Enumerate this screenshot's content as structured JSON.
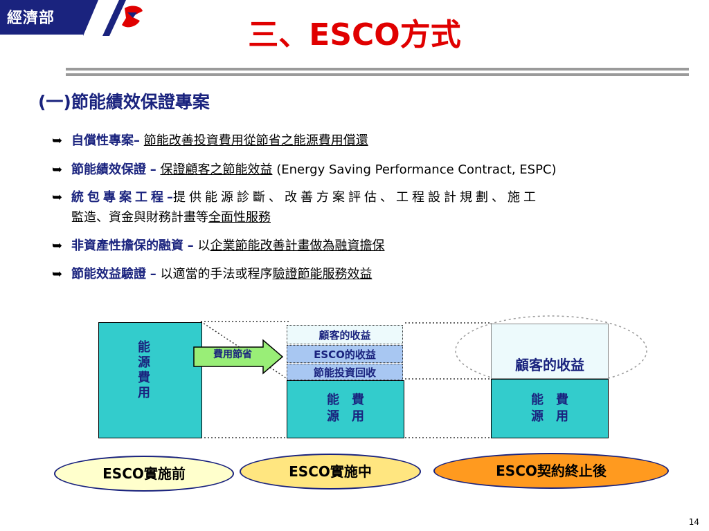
{
  "header": {
    "logo_text": "經濟部",
    "title": "三、ESCO方式"
  },
  "section": {
    "subtitle": "(一)節能績效保證專案"
  },
  "bullets": [
    {
      "term": "自償性專案",
      "dash": "–",
      "desc": "節能改善投資費用從節省之能源費用償還"
    },
    {
      "term": "節能績效保證",
      "dash": "–",
      "desc": "保證顧客之節能效益",
      "extra": " (Energy Saving Performance Contract, ESPC)"
    },
    {
      "term": "統包專案工程",
      "dash": "–",
      "desc_line1": "提供能源診斷、改善方案評估、工程設計規劃、施工",
      "desc_line2_plain": "監造、資金與財務計畫等",
      "desc_line2_underline": "全面性服務"
    },
    {
      "term": "非資產性擔保的融資",
      "dash": "–",
      "prefix": "以",
      "desc": "企業節能改善計畫做為融資擔保"
    },
    {
      "term": "節能效益驗證",
      "dash": "–",
      "prefix": " 以適當的手法或程序",
      "desc": "驗證節能服務效益"
    }
  ],
  "diagram": {
    "before_bar_label": "能源費用",
    "arrow_label": "費用節省",
    "stack_customer": "顧客的收益",
    "stack_esco": "ESCO的收益",
    "stack_investment": "節能投資回收",
    "energy_label_line1": "能　費",
    "energy_label_line2": "源　用",
    "after_customer": "顧客的收益",
    "phase_before": "ESCO實施前",
    "phase_during": "ESCO實施中",
    "phase_after": "ESCO契約終止後"
  },
  "footer": {
    "page_number": "14"
  },
  "colors": {
    "title_red": "#e00000",
    "navy": "#1a237e",
    "teal_bar": "#33cccc",
    "green_arrow": "#99ee77"
  }
}
